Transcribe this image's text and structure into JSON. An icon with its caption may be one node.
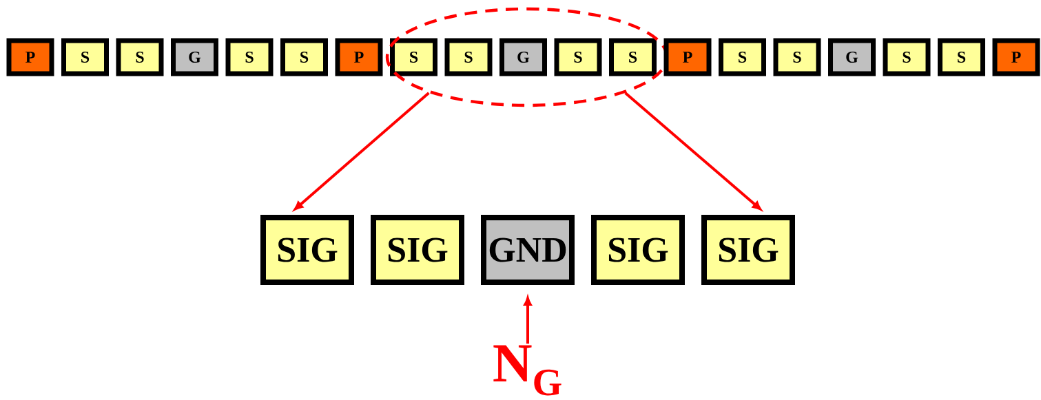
{
  "diagram": {
    "nodes": [
      {
        "text": [
          "P"
        ]
      },
      {
        "text": [
          "S"
        ]
      },
      {
        "text": [
          "S"
        ]
      },
      {
        "text": [
          "G"
        ]
      },
      {
        "text": [
          "S"
        ]
      },
      {
        "text": [
          "S"
        ]
      },
      {
        "text": [
          "P"
        ]
      },
      {
        "text": [],
        "shape": "ellipse"
      },
      {
        "text": [
          "S"
        ],
        "in": 7
      },
      {
        "text": [
          "S"
        ],
        "in": 7
      },
      {
        "text": [
          "G"
        ],
        "in": 7
      },
      {
        "text": [
          "S"
        ],
        "in": 7
      },
      {
        "text": [
          "S"
        ],
        "in": 7
      },
      {
        "text": [
          "P"
        ]
      },
      {
        "text": [
          "S"
        ]
      },
      {
        "text": [
          "S"
        ]
      },
      {
        "text": [
          "G"
        ]
      },
      {
        "text": [
          "S"
        ]
      },
      {
        "text": [
          "S"
        ]
      },
      {
        "text": [
          "P"
        ]
      },
      {
        "text": [
          "SIG"
        ]
      },
      {
        "text": [
          "SIG"
        ]
      },
      {
        "text": [
          "GND"
        ]
      },
      {
        "text": [
          "SIG"
        ]
      },
      {
        "text": [
          "SIG"
        ]
      },
      {
        "text": [
          "N$_{G}$"
        ]
      }
    ],
    "edges": [
      {
        "from": 7,
        "to": 20,
        "arrow": "to"
      },
      {
        "from": 7,
        "to": 24,
        "arrow": "to"
      },
      {
        "from": 25,
        "to": 22,
        "arrow": "to"
      }
    ]
  }
}
